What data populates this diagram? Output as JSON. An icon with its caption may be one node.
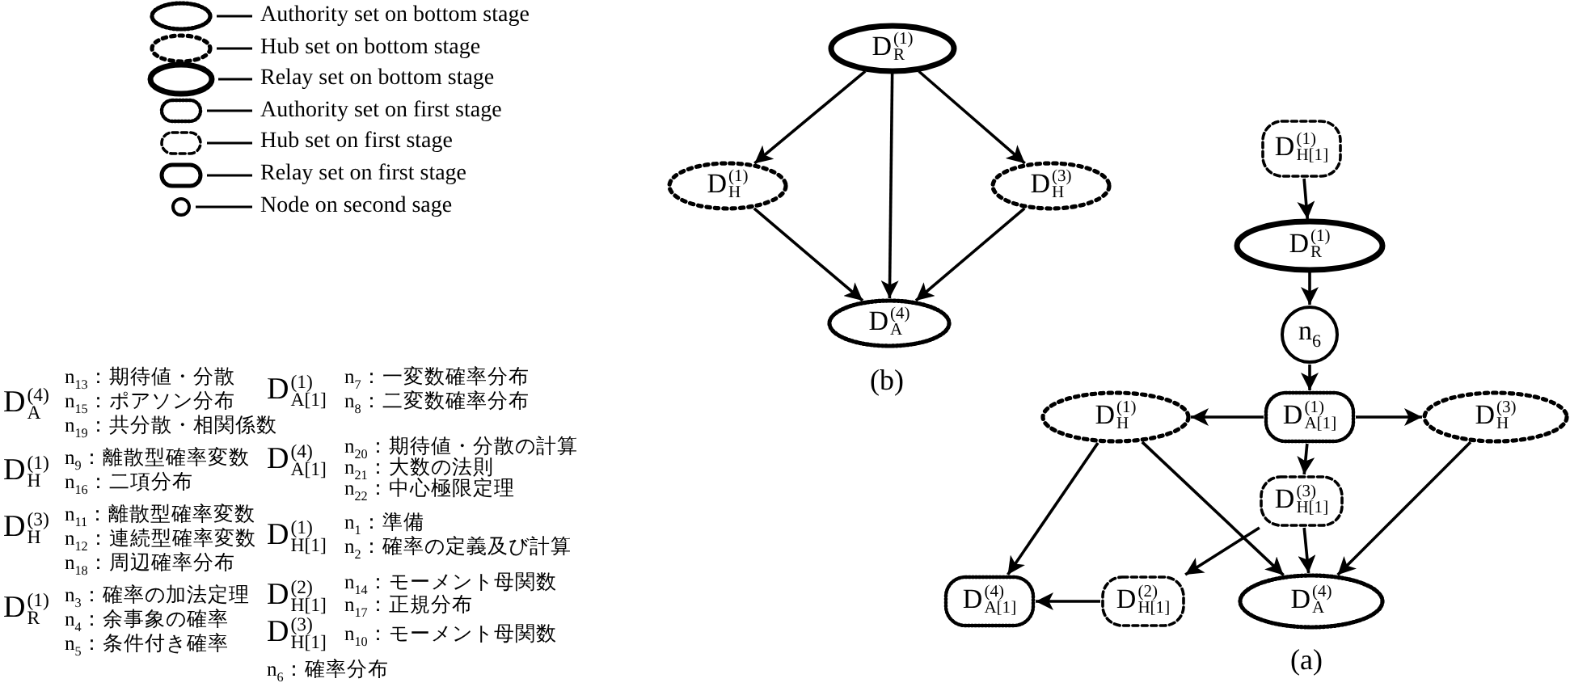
{
  "diagram": {
    "nodes": [
      {
        "text": [
          "D$^{(1)}$$_{R}$"
        ]
      },
      {
        "text": [
          "D$^{(1)}$$_{H}$"
        ]
      },
      {
        "text": [
          "D$^{(3)}$$_{H}$"
        ]
      },
      {
        "text": [
          "D$^{(4)}$$_{A}$"
        ]
      },
      {
        "text": [
          "D$^{(1)}$$_{H[1]}$"
        ]
      },
      {
        "text": [
          "D$^{(1)}$$_{R}$"
        ]
      },
      {
        "text": [
          "n$_{6}$"
        ]
      },
      {
        "text": [
          "D$^{(1)}$$_{A[1]}$"
        ]
      },
      {
        "text": [
          "D$^{(1)}$$_{H}$"
        ]
      },
      {
        "text": [
          "D$^{(3)}$$_{H}$"
        ]
      },
      {
        "text": [
          "D$^{(3)}$$_{H[1]}$"
        ]
      },
      {
        "text": [
          "D$^{(4)}$$_{A[1]}$"
        ]
      },
      {
        "text": [
          "D$^{(2)}$$_{H[1]}$"
        ]
      },
      {
        "text": [
          "D$^{(4)}$$_{A}$"
        ]
      }
    ],
    "edges": [
      {
        "from": 0,
        "to": 1,
        "arrow": "to"
      },
      {
        "from": 0,
        "to": 3,
        "arrow": "to"
      },
      {
        "from": 0,
        "to": 2,
        "arrow": "to"
      },
      {
        "from": 1,
        "to": 3,
        "arrow": "to"
      },
      {
        "from": 2,
        "to": 3,
        "arrow": "to"
      },
      {
        "from": 4,
        "to": 5,
        "arrow": "to"
      },
      {
        "from": 5,
        "to": 6,
        "arrow": "to"
      },
      {
        "from": 6,
        "to": 7,
        "arrow": "to"
      },
      {
        "from": 7,
        "to": 8,
        "arrow": "to"
      },
      {
        "from": 7,
        "to": 9,
        "arrow": "to"
      },
      {
        "from": 7,
        "to": 10,
        "arrow": "to"
      },
      {
        "from": 8,
        "to": 11,
        "arrow": "to"
      },
      {
        "from": 8,
        "to": 13,
        "arrow": "to"
      },
      {
        "from": 9,
        "to": 13,
        "arrow": "to"
      },
      {
        "from": 10,
        "to": 12,
        "arrow": "to"
      },
      {
        "from": 10,
        "to": 13,
        "arrow": "to"
      },
      {
        "from": 12,
        "to": 11,
        "arrow": "to"
      }
    ],
    "labels": [
      "D$^{(4)}$$_{A}$",
      "n$_{13}$：期待値・分散",
      "n$_{15}$：ポアソン分布",
      "n$_{19}$：共分散・相関係数",
      "D$^{(1)}$$_{H}$",
      "n$_{9}$：離散型確率変数",
      "n$_{16}$：二項分布",
      "D$^{(3)}$$_{H}$",
      "n$_{11}$：離散型確率変数",
      "n$_{12}$：連続型確率変数",
      "n$_{18}$：周辺確率分布",
      "D$^{(1)}$$_{R}$",
      "n$_{3}$：確率の加法定理",
      "n$_{4}$：余事象の確率",
      "n$_{5}$：条件付き確率",
      "D$^{(1)}$$_{A[1]}$",
      "n$_{7}$：一変数確率分布",
      "n$_{8}$：二変数確率分布",
      "D$^{(4)}$$_{A[1]}$",
      "n$_{20}$：期待値・分散の計算",
      "n$_{21}$：大数の法則",
      "n$_{22}$：中心極限定理",
      "D$^{(1)}$$_{H[1]}$",
      "n$_{1}$：準備",
      "n$_{2}$：確率の定義及び計算",
      "D$^{(2)}$$_{H[1]}$",
      "n$_{14}$：モーメント母関数",
      "n$_{17}$：正規分布",
      "D$^{(3)}$$_{H[1]}$",
      "n$_{10}$：モーメント母関数",
      "n$_{6}$：確率分布",
      "(b)",
      "(a)"
    ],
    "legend": [
      {
        "text": "Authority set on bottom stage"
      },
      {
        "text": "Hub set on bottom stage"
      },
      {
        "text": "Relay set on bottom stage"
      },
      {
        "text": "Authority set on first stage"
      },
      {
        "text": "Hub set on first stage"
      },
      {
        "text": "Relay set on first stage"
      },
      {
        "text": "Node on second sage"
      }
    ]
  }
}
